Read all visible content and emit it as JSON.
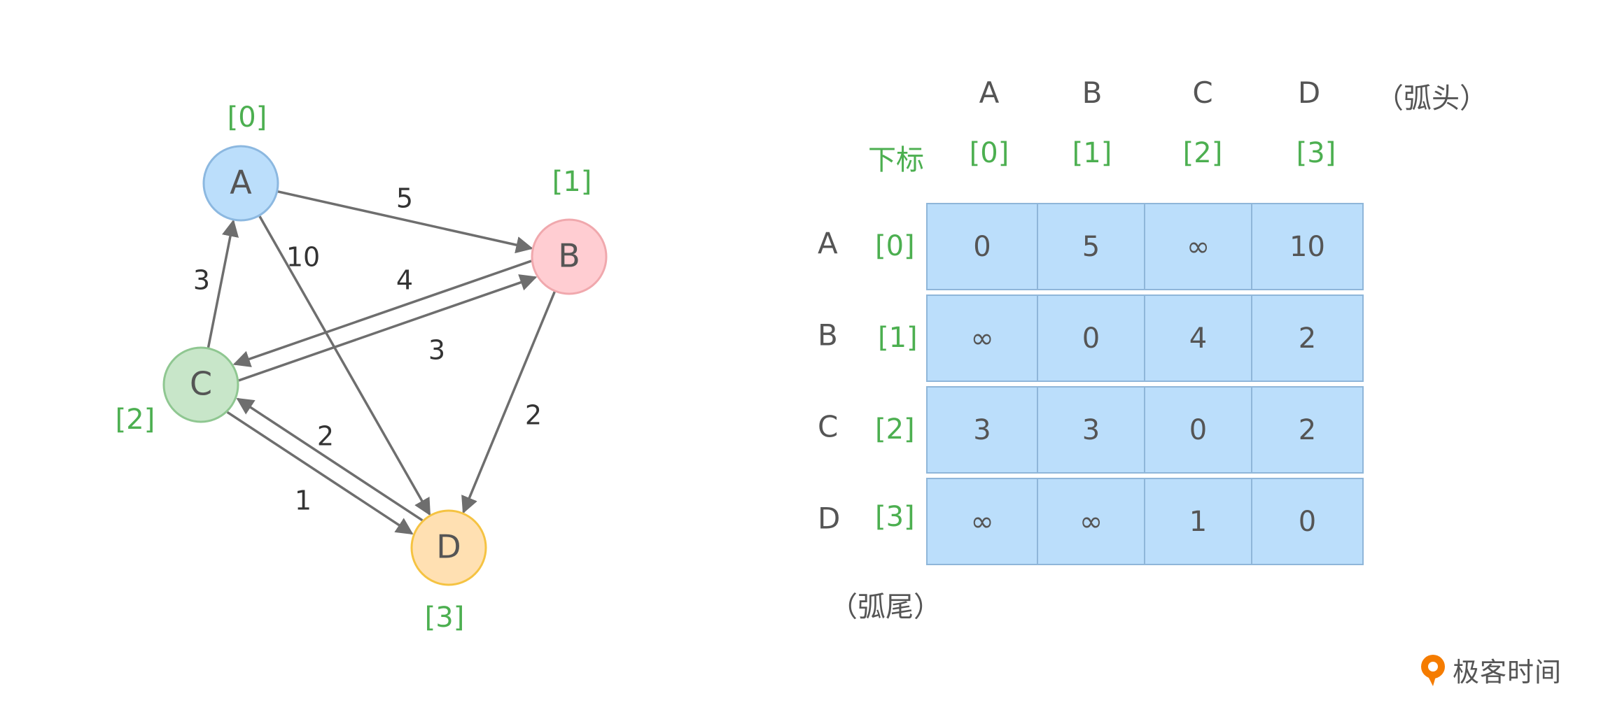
{
  "graph": {
    "nodes": [
      {
        "label": "A",
        "index": "[0]",
        "fill": "#bbdefb",
        "stroke": "#8cb8e0"
      },
      {
        "label": "B",
        "index": "[1]",
        "fill": "#ffcdd2",
        "stroke": "#f0a8ad"
      },
      {
        "label": "C",
        "index": "[2]",
        "fill": "#c8e6c9",
        "stroke": "#8fc791"
      },
      {
        "label": "D",
        "index": "[3]",
        "fill": "#ffe0b2",
        "stroke": "#f5c342"
      }
    ],
    "edges": [
      {
        "from": "A",
        "to": "B",
        "weight": "5"
      },
      {
        "from": "A",
        "to": "D",
        "weight": "10"
      },
      {
        "from": "B",
        "to": "C",
        "weight": "4"
      },
      {
        "from": "B",
        "to": "D",
        "weight": "2"
      },
      {
        "from": "C",
        "to": "A",
        "weight": "3"
      },
      {
        "from": "C",
        "to": "B",
        "weight": "3"
      },
      {
        "from": "C",
        "to": "D",
        "weight": "2"
      },
      {
        "from": "D",
        "to": "C",
        "weight": "1"
      }
    ],
    "edge_color": "#6e6e6e",
    "index_color": "#4caf50"
  },
  "matrix": {
    "head_label": "（弧头）",
    "tail_label": "（弧尾）",
    "subscript_label": "下标",
    "col_letters": [
      "A",
      "B",
      "C",
      "D"
    ],
    "col_indices": [
      "[0]",
      "[1]",
      "[2]",
      "[3]"
    ],
    "row_letters": [
      "A",
      "B",
      "C",
      "D"
    ],
    "row_indices": [
      "[0]",
      "[1]",
      "[2]",
      "[3]"
    ],
    "cells": [
      [
        "0",
        "5",
        "∞",
        "10"
      ],
      [
        "∞",
        "0",
        "4",
        "2"
      ],
      [
        "3",
        "3",
        "0",
        "2"
      ],
      [
        "∞",
        "∞",
        "1",
        "0"
      ]
    ],
    "cell_color": "#bbdefb"
  },
  "brand": {
    "name": "极客时间",
    "icon": "geektime-logo-icon",
    "color": "#f57c00"
  }
}
